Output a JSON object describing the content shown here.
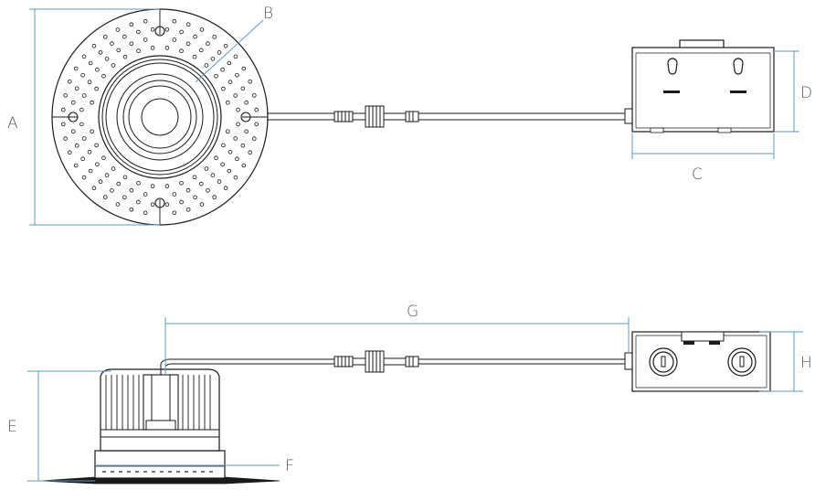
{
  "labels": {
    "a": "A",
    "b": "B",
    "c": "C",
    "d": "D",
    "e": "E",
    "f": "F",
    "g": "G",
    "h": "H"
  },
  "colors": {
    "dimension_line": "#5b9bc4",
    "drawing_line": "#1a1a1a",
    "background": "#ffffff"
  }
}
